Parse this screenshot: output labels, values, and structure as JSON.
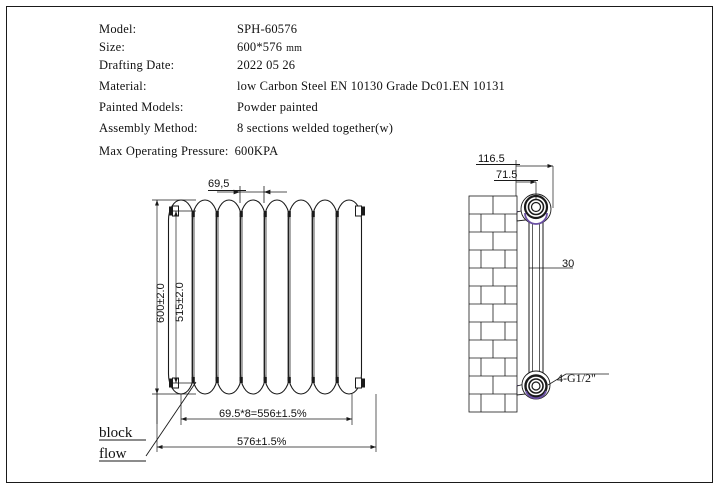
{
  "document": {
    "type": "technical-drawing",
    "title": "Radiator technical drawing SPH-60576"
  },
  "spec": {
    "rows": [
      {
        "key": "Model:",
        "value": "SPH-60576"
      },
      {
        "key": "Size:",
        "value": "600*576",
        "unit": "mm"
      },
      {
        "key": "Drafting Date:",
        "value": "2022 05 26"
      },
      {
        "key": "Material:",
        "value": "low Carbon Steel  EN 10130 Grade Dc01.EN 10131"
      },
      {
        "key": "Painted Models:",
        "value": "Powder painted"
      },
      {
        "key": "Assembly Method:",
        "value": "8 sections welded together(w)"
      }
    ],
    "pressure": {
      "key": "Max Operating Pressure:",
      "value": "600KPA"
    }
  },
  "front_view": {
    "name": "front-elevation",
    "sections": 8,
    "dimensions": {
      "pitch": "69,5",
      "height_overall": "600±2.0",
      "height_centers": "515±2.0",
      "width_sections": "69.5*8=556±1.5%",
      "width_overall": "576±1.5%"
    },
    "labels": {
      "block": "block",
      "flow": "flow"
    }
  },
  "side_view": {
    "name": "side-section-view",
    "dimensions": {
      "depth_overall": "116.5",
      "depth_port": "71.5",
      "body_width": "30"
    },
    "port_label": "4-G1/2\"",
    "wall": {
      "pattern": "brick-hatch",
      "courses": 12
    }
  },
  "colors": {
    "line": "#1a1a1a",
    "thin": "#333333",
    "accent": "#6a4fa3",
    "background": "#ffffff"
  }
}
